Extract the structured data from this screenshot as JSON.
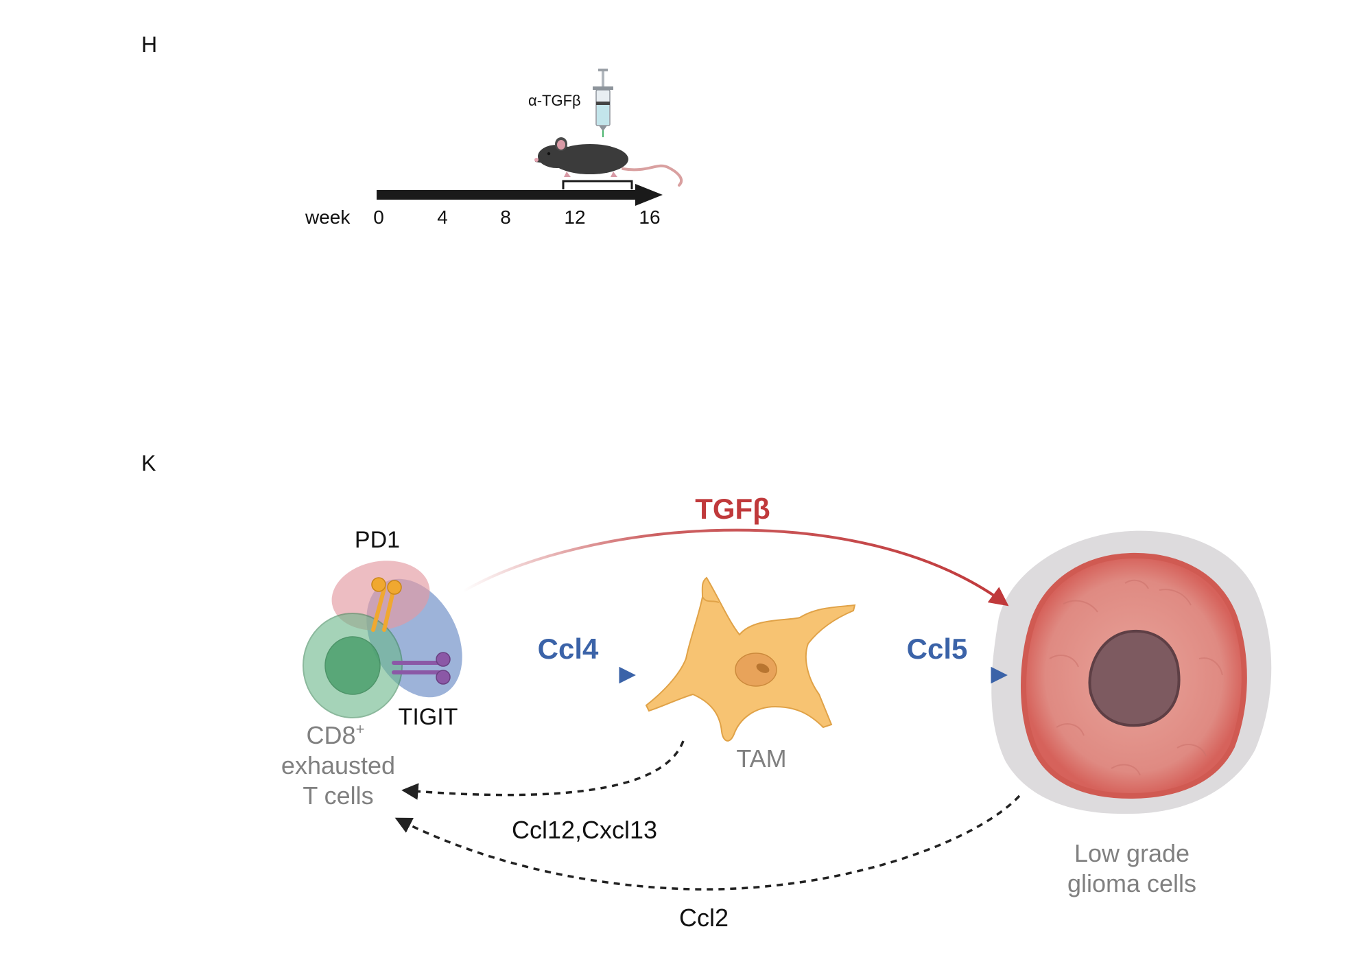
{
  "panel_h": {
    "label": "H",
    "injection_label": "α-TGFβ",
    "axis_label": "week",
    "ticks": [
      "0",
      "4",
      "8",
      "12",
      "16"
    ],
    "colors": {
      "arrow": "#1a1a1a",
      "mouse": "#3b3b3b",
      "tail": "#d9a0a0"
    }
  },
  "panel_k": {
    "label": "K",
    "tcell": {
      "receptor_pd1": "PD1",
      "receptor_tigit": "TIGIT",
      "name_line1": "CD8",
      "name_sup": "+",
      "name_line2": "exhausted",
      "name_line3": "T cells"
    },
    "tam_label": "TAM",
    "glioma_line1": "Low grade",
    "glioma_line2": "glioma cells",
    "signals": {
      "tgfb": "TGFβ",
      "ccl4": "Ccl4",
      "ccl5": "Ccl5",
      "ccl12_cxcl13": "Ccl12,Cxcl13",
      "ccl2": "Ccl2"
    },
    "colors": {
      "tgfb": "#c0393b",
      "blue_arrow": "#3b63a8",
      "dashed": "#222222",
      "gray_label": "#808080",
      "tam": "#f7c372",
      "glioma": "#e0807a",
      "nucleus": "#7d5a60",
      "pd1": "#f0a830",
      "tigit": "#8b58a6"
    }
  }
}
